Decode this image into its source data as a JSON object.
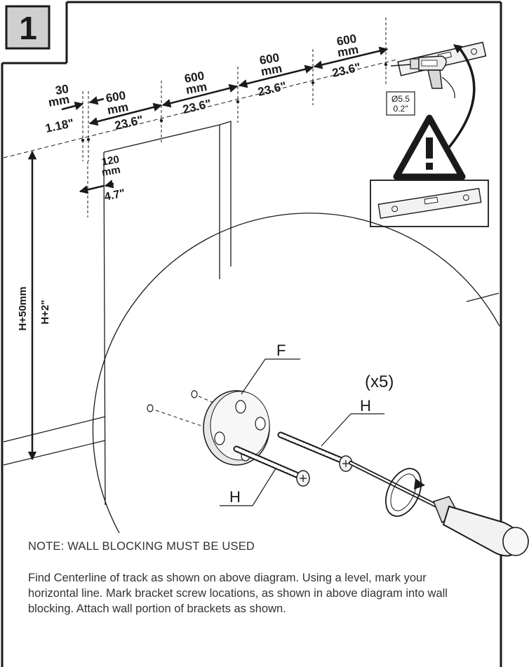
{
  "step": {
    "number": "1"
  },
  "dimensions": {
    "offset_mm_value": "30",
    "offset_mm_unit": "mm",
    "offset_in": "1.18\"",
    "spacing": [
      {
        "mm_value": "600",
        "mm_unit": "mm",
        "in": "23.6\""
      },
      {
        "mm_value": "600",
        "mm_unit": "mm",
        "in": "23.6\""
      },
      {
        "mm_value": "600",
        "mm_unit": "mm",
        "in": "23.6\""
      },
      {
        "mm_value": "600",
        "mm_unit": "mm",
        "in": "23.6\""
      }
    ],
    "door_offset_mm_value": "120",
    "door_offset_mm_unit": "mm",
    "door_offset_in": "4.7\"",
    "height_mm": "H+50mm",
    "height_in": "H+2\""
  },
  "drill": {
    "bit_mm": "Ø5.5",
    "bit_in": "0.2\""
  },
  "parts": {
    "bracket": "F",
    "screw": "H",
    "quantity": "(x5)"
  },
  "note": {
    "heading": "NOTE: WALL BLOCKING MUST BE USED",
    "body": "Find Centerline of track as shown on above diagram. Using a level, mark your horizontal line. Mark bracket screw locations, as shown in above diagram into wall blocking. Attach wall portion of brackets as shown."
  }
}
